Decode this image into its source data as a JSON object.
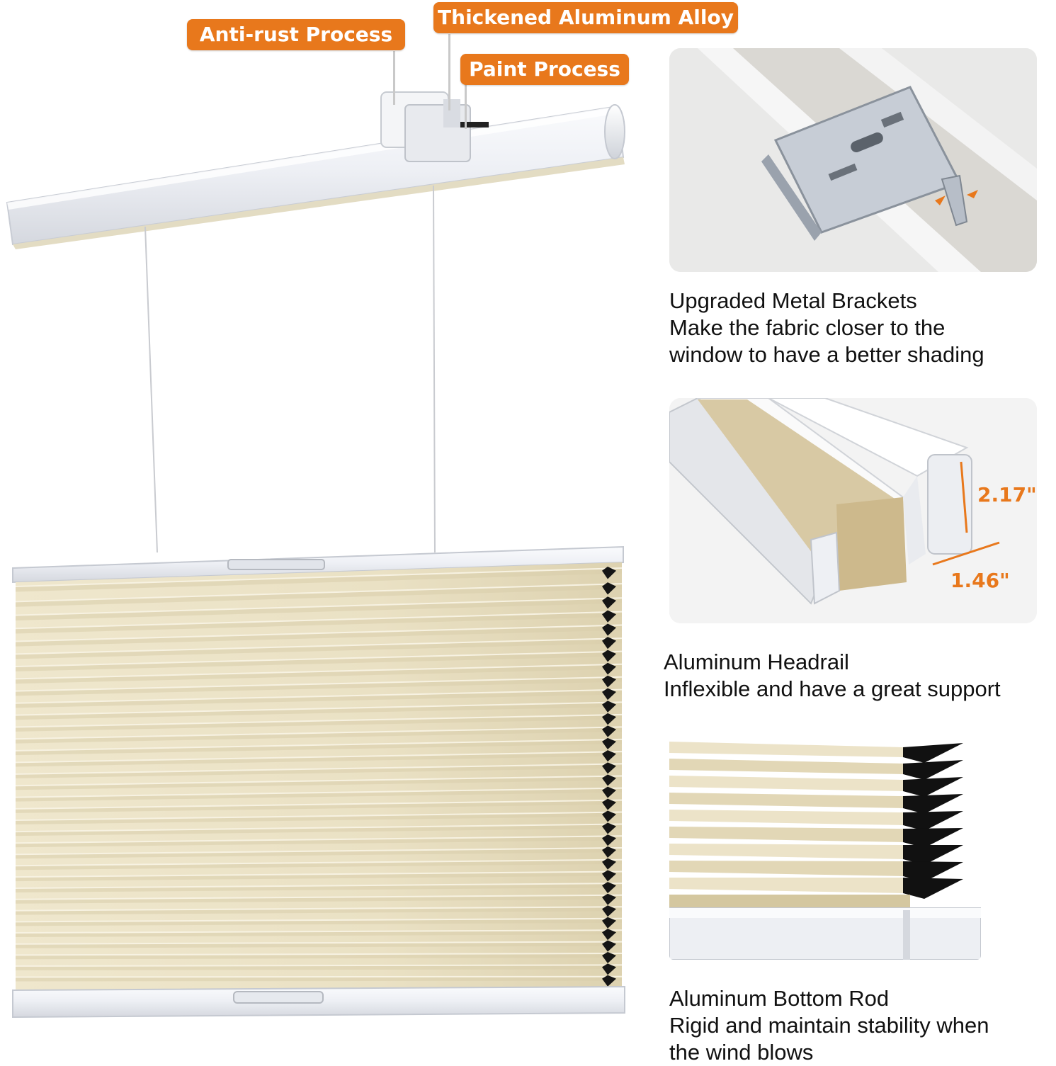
{
  "callouts": {
    "anti_rust": "Anti-rust Process",
    "thickened": "Thickened Aluminum Alloy",
    "paint": "Paint Process"
  },
  "features": [
    {
      "title": "Upgraded  Metal Brackets",
      "lines": [
        "Make the fabric closer to the",
        "window to have a better shading"
      ]
    },
    {
      "title": "Aluminum Headrail",
      "lines": [
        "Inflexible and have a great support"
      ]
    },
    {
      "title": "Aluminum Bottom Rod",
      "lines": [
        "Rigid and maintain stability when",
        "the wind blows"
      ]
    }
  ],
  "dimensions": {
    "height": "2.17\"",
    "width": "1.46\""
  },
  "colors": {
    "accent": "#e8781c",
    "fabric": "#e9dfc2",
    "fabric_shadow": "#d6cba8",
    "rail": "#eef0f4"
  }
}
